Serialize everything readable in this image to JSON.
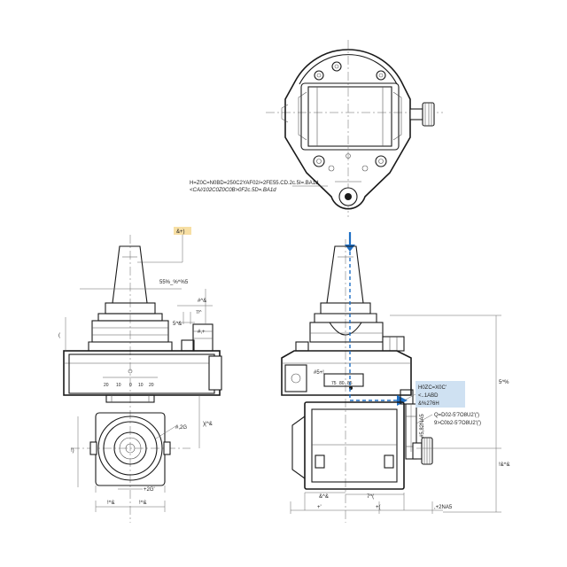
{
  "top_view": {
    "note_line1": "H=Z0C=N0BD=250C2YAF02/=2FE55.CD.2c.5I=.BA1d",
    "note_line2": "<CA//102C0Z0C0B>0F2c.5D=.BA1d"
  },
  "left_view": {
    "tag_label": "&+)",
    "dim_top": "55%_%^%5",
    "dim_small_1": "#^&",
    "dim_small_2": "5^&",
    "dim_small_3": "#,+",
    "dim_small_4": "7/^",
    "dim_left": "(",
    "dim_right_1": ")(^&",
    "dim_right_2": "#,2G",
    "dim_left_2": "!)",
    "dim_bottom_inner": "+2G'",
    "dim_bottom_left": "!^&",
    "dim_bottom_right": "!^&",
    "scale_ticks": [
      "20",
      "10",
      "0",
      "10",
      "20"
    ]
  },
  "right_view": {
    "dim_top": "#5+!",
    "scale_ticks": [
      "75",
      "80",
      "85"
    ],
    "dim_height": "5^%",
    "dim_lower": "!&^&",
    "dim_side": "#5,82NA5",
    "dim_bottom_1": "&^&",
    "dim_bottom_2": "7^(",
    "dim_bottom_3": "+'",
    "dim_bottom_4": "+(",
    "dim_bottom_5": ",+2NA5",
    "callout_blue_1": "H0ZC=X0C'",
    "callout_blue_2": "<..1ABD",
    "callout_blue_3": "&%276H",
    "callout_note_1": "Q=D02-5'7O8U2'(')",
    "callout_note_2": "9>C0b2-5'7O8U2'(')"
  },
  "colors": {
    "line": "#1a1a1a",
    "flow_arrow": "#1e6fc4",
    "callout_fill": "#cfe1f2",
    "tag_fill": "#f7dfa4"
  }
}
